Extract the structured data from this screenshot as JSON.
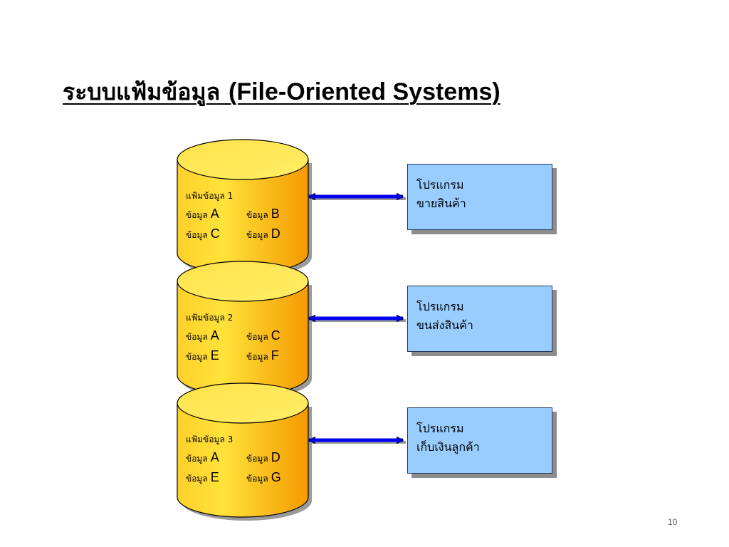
{
  "title": {
    "thai": "ระบบแฟ้มข้อมูล",
    "english": "(File-Oriented Systems)"
  },
  "files": [
    {
      "name": "แฟ้มข้อมูล 1",
      "rows": [
        [
          {
            "key": "ข้อมูล",
            "val": "A"
          },
          {
            "key": "ข้อมูล",
            "val": "B"
          }
        ],
        [
          {
            "key": "ข้อมูล",
            "val": "C"
          },
          {
            "key": "ข้อมูล",
            "val": "D"
          }
        ]
      ],
      "program": {
        "line1": "โปรแกรม",
        "line2": "ขายสินค้า"
      }
    },
    {
      "name": "แฟ้มข้อมูล 2",
      "rows": [
        [
          {
            "key": "ข้อมูล",
            "val": "A"
          },
          {
            "key": "ข้อมูล",
            "val": "C"
          }
        ],
        [
          {
            "key": "ข้อมูล",
            "val": "E"
          },
          {
            "key": "ข้อมูล",
            "val": "F"
          }
        ]
      ],
      "program": {
        "line1": "โปรแกรม",
        "line2": "ขนส่งสินค้า"
      }
    },
    {
      "name": "แฟ้มข้อมูล 3",
      "rows": [
        [
          {
            "key": "ข้อมูล",
            "val": "A"
          },
          {
            "key": "ข้อมูล",
            "val": "D"
          }
        ],
        [
          {
            "key": "ข้อมูล",
            "val": "E"
          },
          {
            "key": "ข้อมูล",
            "val": "G"
          }
        ]
      ],
      "program": {
        "line1": "โปรแกรม",
        "line2": "เก็บเงินลูกค้า"
      }
    }
  ],
  "page_number": "10",
  "colors": {
    "cylinder_light": "#ffee55",
    "cylinder_dark": "#f49a00",
    "program_box": "#99ccff",
    "arrow": "#0000ee"
  }
}
